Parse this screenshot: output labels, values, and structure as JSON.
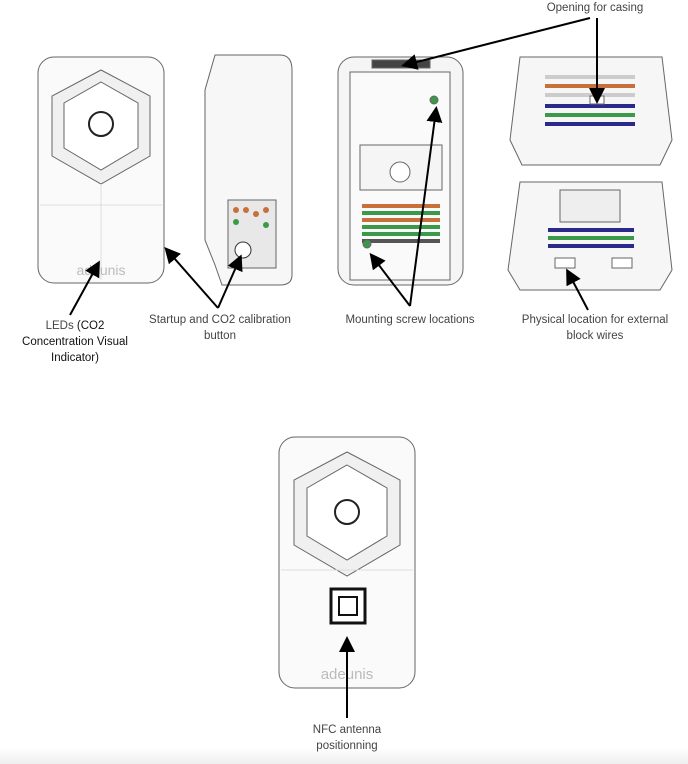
{
  "labels": {
    "opening": "Opening for casing",
    "leds_prefix": "LEDs",
    "leds_rest": "(CO2 Concentration Visual Indicator)",
    "startup": "Startup and CO2 calibration button",
    "mounting": "Mounting screw locations",
    "physical": "Physical location for external block wires",
    "nfc": "NFC antenna positionning"
  },
  "logo": "adeunis",
  "colors": {
    "wire_orange": "#c8703a",
    "wire_green": "#3a9a4a",
    "wire_blue": "#2a2a8a",
    "outline": "#555555"
  }
}
